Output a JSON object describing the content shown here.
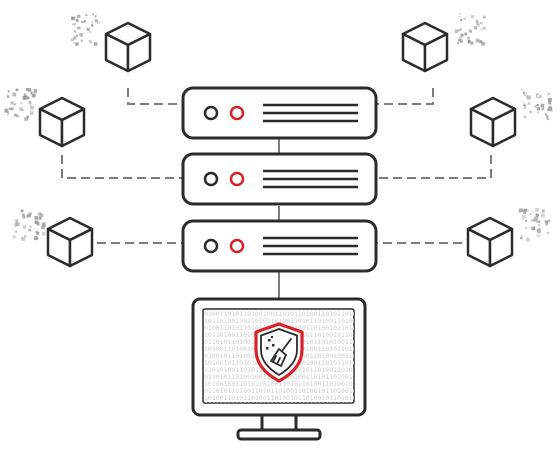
{
  "colors": {
    "stroke": "#2b2b2b",
    "accent": "#d8222a",
    "connector": "#7d7d7d",
    "pixel": "#9a9a9a",
    "binary_text": "#cfcfcf",
    "background": "#ffffff"
  },
  "servers": [
    {
      "label": "server-unit-1",
      "indicators": [
        "neutral-light",
        "red-light"
      ]
    },
    {
      "label": "server-unit-2",
      "indicators": [
        "neutral-light",
        "red-light"
      ]
    },
    {
      "label": "server-unit-3",
      "indicators": [
        "neutral-light",
        "red-light"
      ]
    }
  ],
  "cubes": [
    "top-left",
    "mid-left",
    "low-left",
    "top-right",
    "mid-right",
    "low-right"
  ],
  "monitor": {
    "screen_icon": "shield-broom-icon",
    "binary_pattern": "010011010110100100110101101001101011010011010010110100101101"
  }
}
